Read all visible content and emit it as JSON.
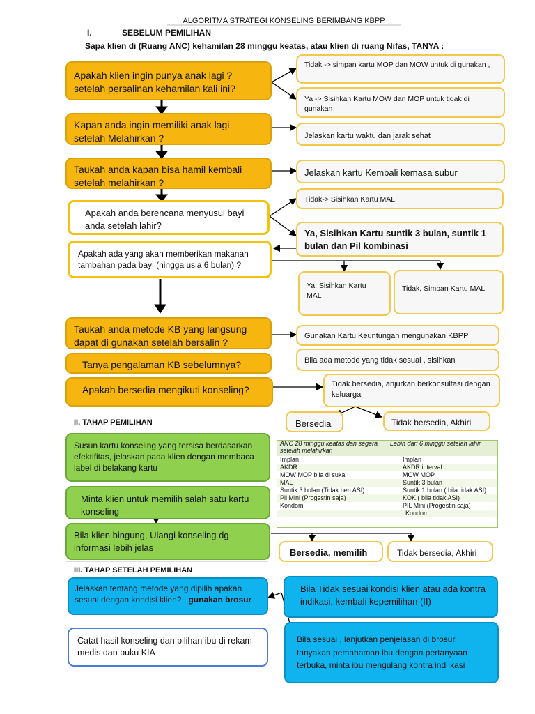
{
  "title": "ALGORITMA STRATEGI KONSELING BERIMBANG KBPP",
  "section1": {
    "number": "I.",
    "title": "SEBELUM PEMILIHAN",
    "intro": "Sapa klien di (Ruang ANC) kehamilan 28 minggu keatas, atau klien di ruang Nifas, TANYA :"
  },
  "q1": "Apakah klien ingin punya anak lagi ? setelah persalinan kehamilan kali ini?",
  "a1_no": "Tidak -> simpan kartu MOP dan MOW untuk di gunakan ,",
  "a1_yes": "Ya -> Sisihkan Kartu MOW dan MOP untuk tidak di gunakan",
  "q2": "Kapan anda ingin memiliki anak lagi setelah Melahirkan ?",
  "a2": "Jelaskan kartu waktu dan jarak sehat",
  "q3": "Taukah anda kapan bisa hamil kembali setelah melahirkan ?",
  "a3": "Jelaskan kartu Kembali kemasa subur",
  "q4": "Apakah anda berencana menyusui bayi anda setelah lahir?",
  "a4_no": "Tidak-> Sisihkan Kartu MAL",
  "a4_yes": "Ya, Sisihkan Kartu suntik 3 bulan, suntik 1 bulan dan Pil kombinasi",
  "q5": "Apakah ada yang akan memberikan makanan tambahan pada bayi (hingga usia 6 bulan) ?",
  "a5_yes": "Ya, Sisihkan Kartu MAL",
  "a5_no": "Tidak, Simpan Kartu MAL",
  "q6": "Taukah anda metode KB yang langsung dapat di gunakan setelah bersalin ?",
  "a6": "Gunakan Kartu Keuntungan mengunakan KBPP",
  "q7": "Tanya pengalaman KB sebelumnya?",
  "a7": "Bila ada metode yang tidak sesuai , sisihkan",
  "q8": "Apakah bersedia mengikuti konseling?",
  "a8_no": "Tidak bersedia, anjurkan berkonsultasi dengan keluarga",
  "a8_yes_label": "Bersedia",
  "a8_end": "Tidak bersedia, Akhiri",
  "section2": {
    "title": "II. TAHAP PEMILIHAN"
  },
  "g1": "Susun kartu konseling yang tersisa berdasarkan efektifitas, jelaskan pada klien dengan membaca label di belakang kartu",
  "g2": "Minta klien untuk memilih salah satu kartu konseling",
  "g3": "Bila klien bingung, Ulangi konseling dg informasi lebih jelas",
  "b_choose": "Bersedia, memilih",
  "b_end": "Tidak bersedia, Akhiri",
  "table": {
    "col1_header": "ANC 28 minggu keatas dan segera setelah melahirkan",
    "col2_header": "Lebih dari 6 minggu setelah lahir",
    "rows": [
      [
        "Implan",
        "Implan"
      ],
      [
        "AKDR",
        "AKDR interval"
      ],
      [
        "MOW MOP bila di sukai",
        "MOW MOP"
      ],
      [
        "MAL",
        "Suntik 3 bulan"
      ],
      [
        "Suntik 3 bulan (Tidak beri ASI)",
        "Suntik 1 bulan ( bila tidak ASI)"
      ],
      [
        "Pil Mini (Progestin saja)",
        "KOK ( bila tidak ASI)"
      ],
      [
        "Kondom",
        "PIL Mini (Progestin saja)"
      ],
      [
        "",
        "Kondom"
      ]
    ]
  },
  "section3": {
    "title": "III. TAHAP SETELAH PEMILIHAN"
  },
  "p1_plain": "Jelaskan tentang metode yang dipilih apakah sesuai dengan kondisi klien? ,",
  "p1_bold": "gunakan brosur",
  "p2": "Catat hasil konseling dan pilihan ibu di rekam medis dan buku KIA",
  "p3": "Bila Tidak sesuai kondisi klien atau ada kontra indikasi, kembali kepemilihan (II)",
  "p4": "Bila sesuai , lanjutkan penjelasan di brosur, tanyakan pemahaman ibu dengan pertanyaan terbuka, minta ibu mengulang kontra indi kasi"
}
